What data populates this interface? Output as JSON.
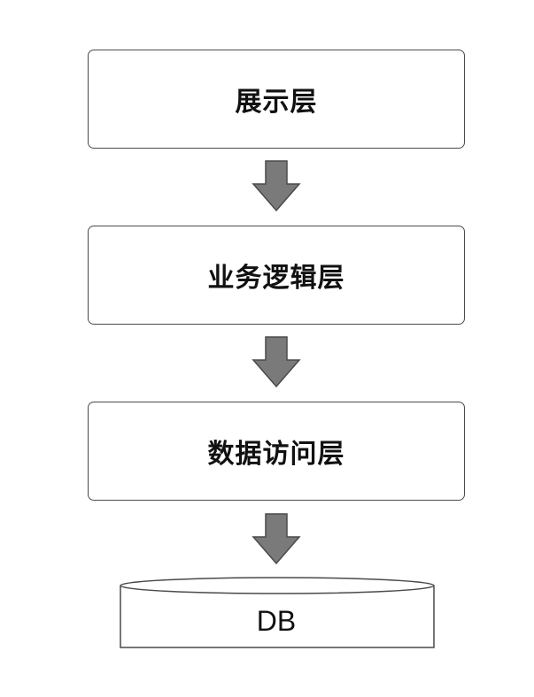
{
  "layers": [
    {
      "label": "展示层"
    },
    {
      "label": "业务逻辑层"
    },
    {
      "label": "数据访问层"
    }
  ],
  "database": {
    "label": "DB"
  },
  "colors": {
    "arrow_fill": "#7a7a7a",
    "arrow_stroke": "#4a4a4a",
    "box_border": "#4a4a4a"
  }
}
